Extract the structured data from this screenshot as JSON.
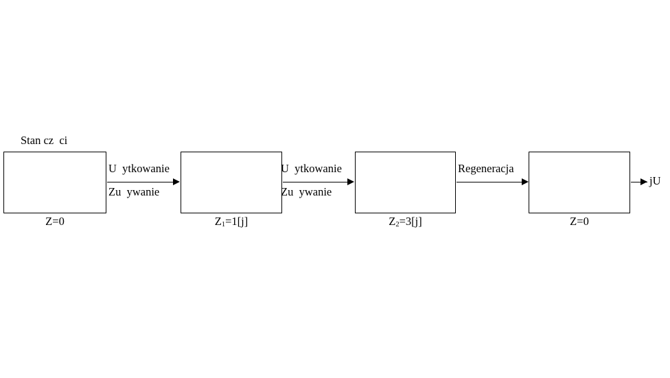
{
  "diagram": {
    "title_label": "Stan cz  ci",
    "background_color": "#ffffff",
    "line_color": "#000000",
    "nodes": [
      {
        "id": "node-0",
        "caption_prefix": "Z",
        "caption_sub": "",
        "caption_suffix": "=0"
      },
      {
        "id": "node-1",
        "caption_prefix": "Z",
        "caption_sub": "1",
        "caption_suffix": "=1[j]"
      },
      {
        "id": "node-2",
        "caption_prefix": "Z",
        "caption_sub": "2",
        "caption_suffix": "=3[j]"
      },
      {
        "id": "node-3",
        "caption_prefix": "Z",
        "caption_sub": "",
        "caption_suffix": "=0"
      }
    ],
    "edges": [
      {
        "id": "edge-0",
        "label_above": "U  ytkowanie",
        "label_below": "Zu  ywanie"
      },
      {
        "id": "edge-1",
        "label_above": "U  ytkowanie",
        "label_below": "Zu  ywanie"
      },
      {
        "id": "edge-2",
        "label_above": "Regeneracja",
        "label_below": ""
      }
    ],
    "terminal": {
      "label": "jU"
    }
  }
}
